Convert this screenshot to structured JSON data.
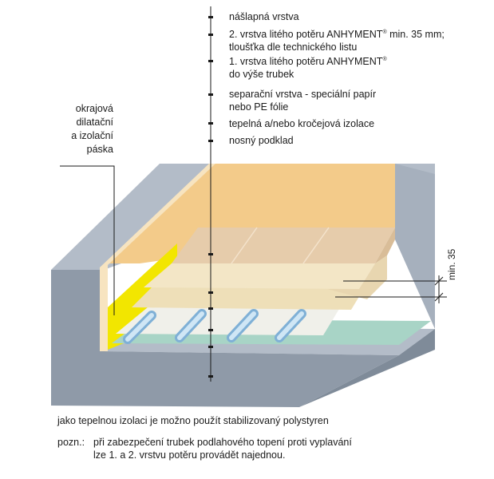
{
  "layers": [
    {
      "line1": "nášlapná vrstva",
      "line2": ""
    },
    {
      "line1": "2. vrstva litého potěru ANHYMENT",
      "reg1": "®",
      "line1_tail": " min. 35 mm;",
      "line2": "tloušťka dle technického listu"
    },
    {
      "line1": "1. vrstva litého potěru ANHYMENT",
      "reg1": "®",
      "line1_tail": "",
      "line2": "do výše trubek"
    },
    {
      "line1": "separační vrstva - speciální papír",
      "line2": "nebo PE fólie"
    },
    {
      "line1": "tepelná a/nebo kročejová izolace",
      "line2": ""
    },
    {
      "line1": "nosný podklad",
      "line2": ""
    }
  ],
  "edge_strip": {
    "line1": "okrajová",
    "line2": "dilatační",
    "line3": "a izolační",
    "line4": "páska"
  },
  "dimension": {
    "text": "min. 35"
  },
  "notes": {
    "line1": "jako tepelnou izolaci je možno použít stabilizovaný polystyren",
    "prefix": "pozn.:",
    "line2": "při zabezpečení trubek podlahového topení proti vyplavání",
    "line3": "lze 1. a 2. vrstvu potěru provádět najednou."
  },
  "colors": {
    "concrete": "#8f9aa8",
    "wall": "#f3cb8a",
    "screed": "#eedfb8",
    "tiles": "#e6ccab",
    "insulation_strip": "#f2e600",
    "foil": "#a8d4c6",
    "pipe": "#a9cfea"
  }
}
